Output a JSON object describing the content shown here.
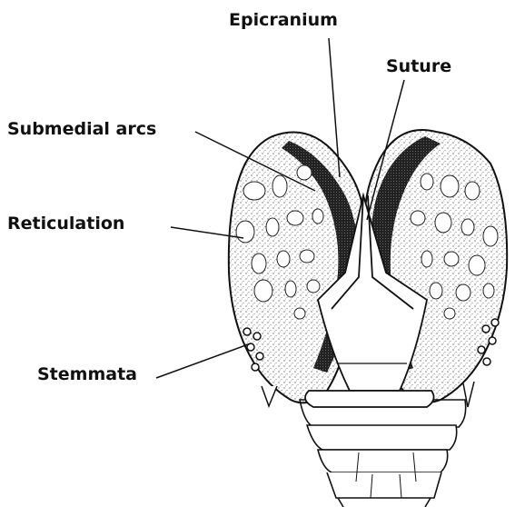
{
  "labels": {
    "epicranium": "Epicranium",
    "suture": "Suture",
    "submedial_arcs": "Submedial arcs",
    "reticulation": "Reticulation",
    "stemmata": "Stemmata"
  },
  "colors": {
    "ink": "#111111",
    "background": "#ffffff"
  }
}
